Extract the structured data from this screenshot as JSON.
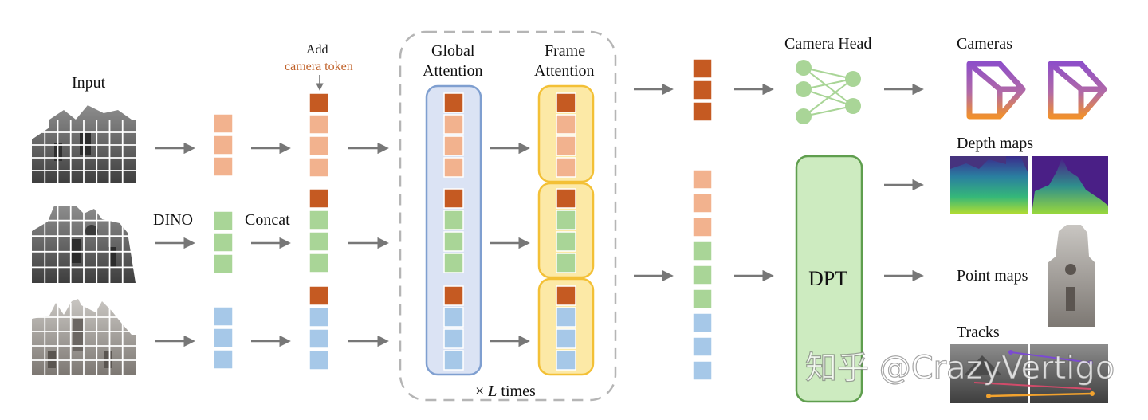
{
  "labels": {
    "input": "Input",
    "dino": "DINO",
    "concat": "Concat",
    "add": "Add",
    "camera_token": "camera token",
    "global_attention_line1": "Global",
    "global_attention_line2": "Attention",
    "frame_attention_line1": "Frame",
    "frame_attention_line2": "Attention",
    "times_prefix": "× ",
    "times_var": "L",
    "times_suffix": " times",
    "camera_head": "Camera Head",
    "dpt": "DPT",
    "cameras": "Cameras",
    "depth_maps": "Depth maps",
    "point_maps": "Point maps",
    "tracks": "Tracks"
  },
  "watermark": "知乎 @CrazyVertigo",
  "colors": {
    "camera_token": "#c55a22",
    "frame1_token": "#f2b28e",
    "frame2_token": "#a9d597",
    "frame3_token": "#a6c8e8",
    "global_attention_fill": "#dbe3f4",
    "global_attention_stroke": "#7f9fd0",
    "frame_attention_fill": "#fce9a6",
    "frame_attention_stroke": "#f3c036",
    "dpt_fill": "#cdebc0",
    "dpt_stroke": "#5f9e4e",
    "camera_head_node": "#a9d597",
    "arrow": "#777777",
    "accent_text": "#c0622a"
  }
}
